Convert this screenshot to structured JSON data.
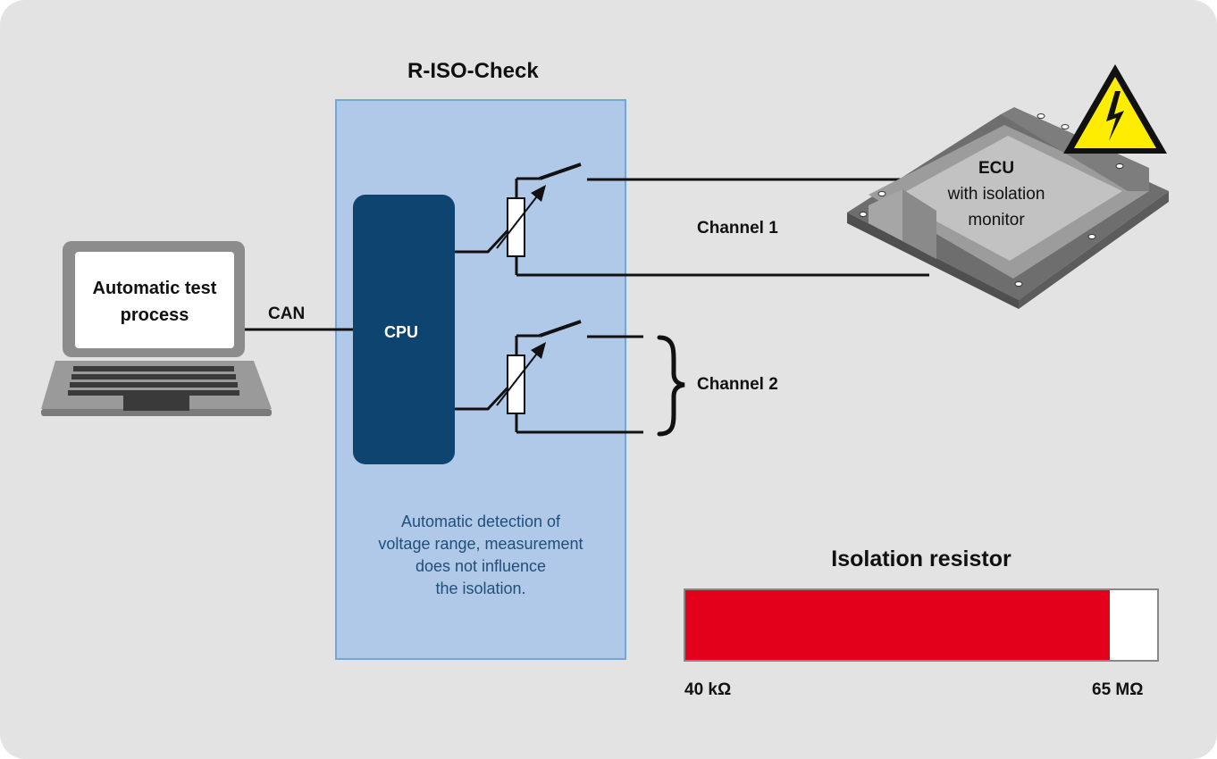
{
  "title": "R-ISO-Check",
  "cpu_label": "CPU",
  "can_label": "CAN",
  "laptop": {
    "line1": "Automatic test",
    "line2": "process"
  },
  "ecu": {
    "line1": "ECU",
    "line2": "with isolation",
    "line3": "monitor"
  },
  "channels": [
    {
      "label": "Channel 1"
    },
    {
      "label": "Channel 2"
    }
  ],
  "note": {
    "line1": "Automatic detection of",
    "line2": "voltage range, measurement",
    "line3": "does not influence",
    "line4": "the isolation."
  },
  "gauge": {
    "title": "Isolation resistor",
    "min_label": "40 kΩ",
    "max_label": "65 MΩ",
    "fill_fraction": 0.9
  },
  "colors": {
    "panel_bg": "#e3e3e3",
    "box_fill": "#b1c9e8",
    "box_border": "#6fa8dc",
    "cpu_fill": "#0d4470",
    "note_text": "#1f4e79",
    "gauge_fill": "#e2001a",
    "warning_yellow": "#ffed00"
  },
  "icons": {
    "warning": "high-voltage-warning-icon",
    "laptop": "laptop-icon",
    "ecu": "ecu-device-icon"
  }
}
